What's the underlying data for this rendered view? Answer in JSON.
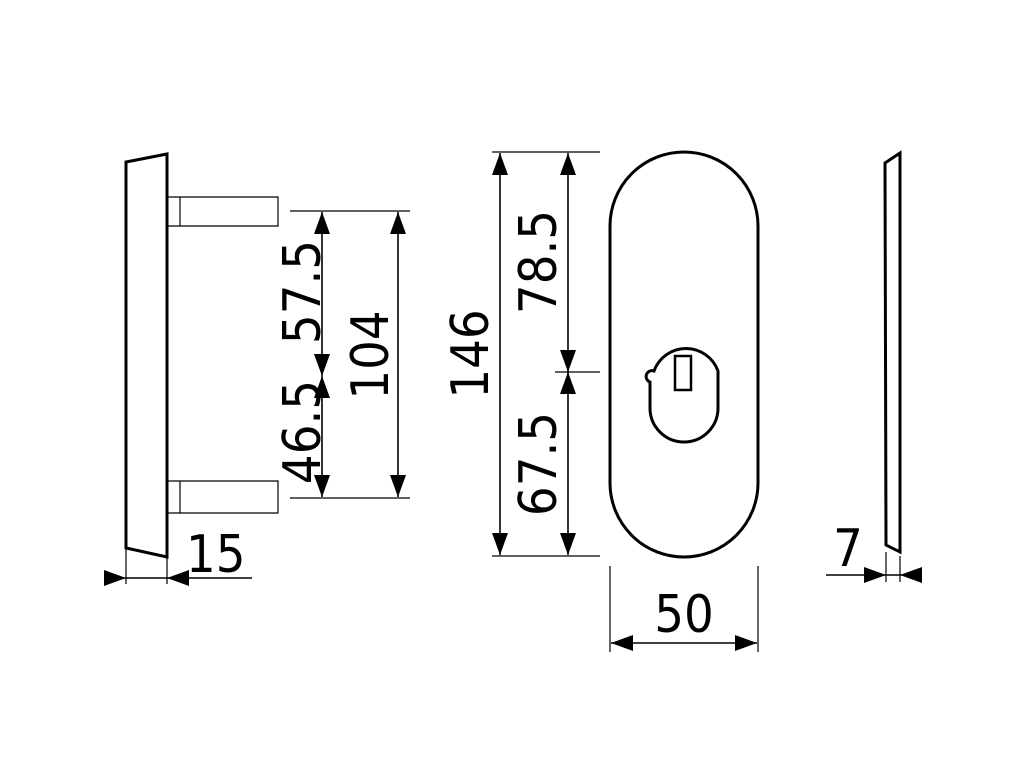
{
  "dimensions": {
    "side_screw_upper": "57.5",
    "side_screw_lower": "46.5",
    "side_screw_spacing": "104",
    "side_projection": "15",
    "front_height": "146",
    "front_upper_to_key": "78.5",
    "front_key_to_bottom": "67.5",
    "front_width": "50",
    "thickness": "7"
  }
}
